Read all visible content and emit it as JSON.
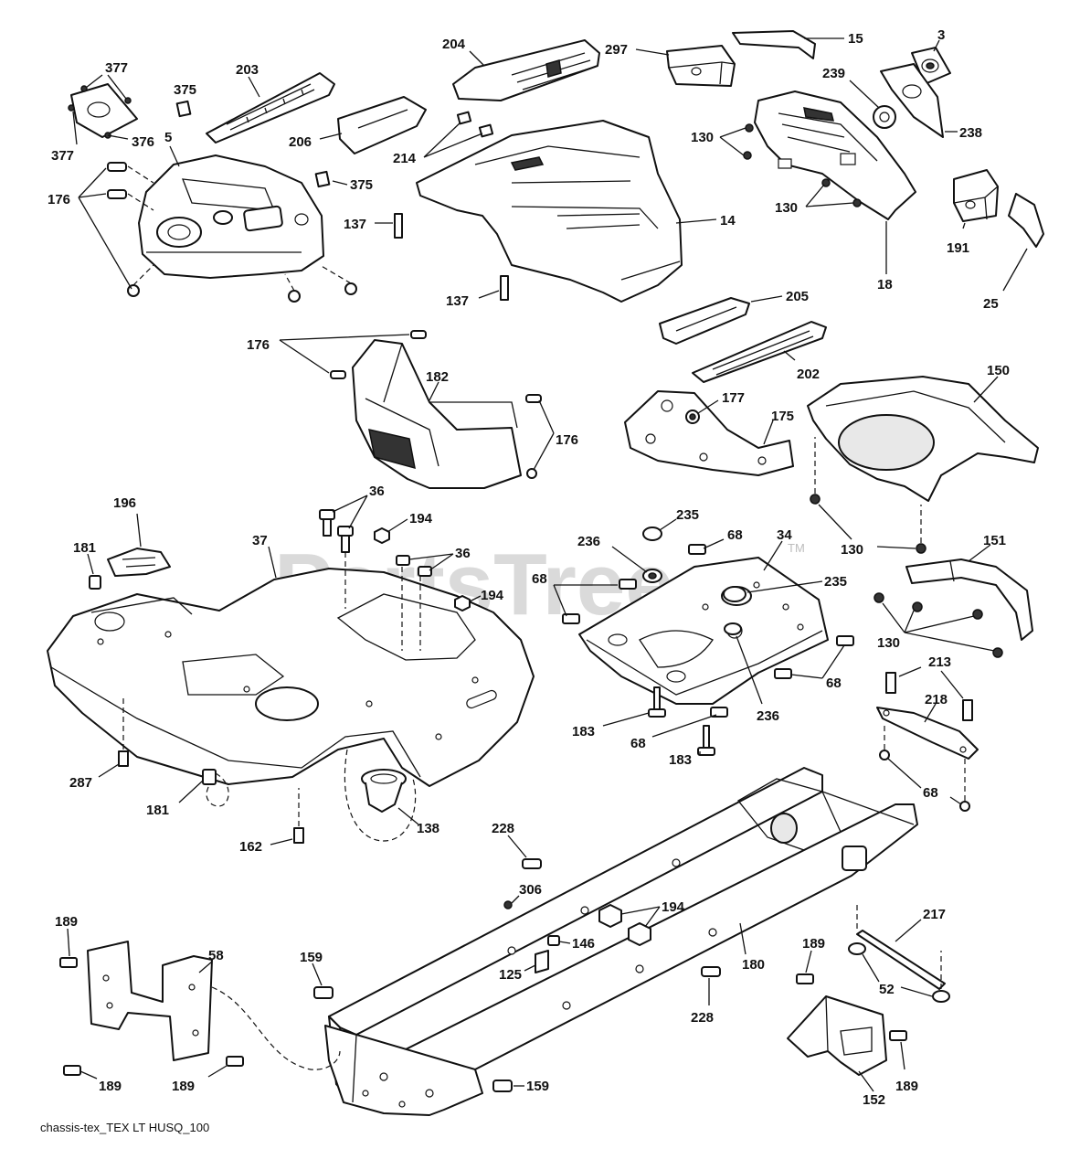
{
  "watermark": "PartsTree",
  "watermark_mark": "TM",
  "footer": "chassis-tex_TEX LT HUSQ_100",
  "callouts": {
    "c377a": "377",
    "c377b": "377",
    "c376": "376",
    "c375a": "375",
    "c203": "203",
    "c204": "204",
    "c297": "297",
    "c15": "15",
    "c3": "3",
    "c239": "239",
    "c5": "5",
    "c206": "206",
    "c214": "214",
    "c130a": "130",
    "c238": "238",
    "c176a": "176",
    "c375b": "375",
    "c137a": "137",
    "c14": "14",
    "c130b": "130",
    "c191": "191",
    "c18": "18",
    "c25": "25",
    "c137b": "137",
    "c205": "205",
    "c176b": "176",
    "c202": "202",
    "c182": "182",
    "c150": "150",
    "c177": "177",
    "c175": "175",
    "c176c": "176",
    "c196": "196",
    "c36a": "36",
    "c235a": "235",
    "c194a": "194",
    "c68a": "68",
    "c34": "34",
    "c37": "37",
    "c181a": "181",
    "c236a": "236",
    "c36b": "36",
    "c130c": "130",
    "c151": "151",
    "c68b": "68",
    "c235b": "235",
    "c194b": "194",
    "c130d": "130",
    "c213": "213",
    "c68c": "68",
    "c218": "218",
    "c236b": "236",
    "c183a": "183",
    "c68d": "68",
    "c183b": "183",
    "c287": "287",
    "c68e": "68",
    "c181b": "181",
    "c138": "138",
    "c162": "162",
    "c228a": "228",
    "c306": "306",
    "c194c": "194",
    "c217": "217",
    "c189a": "189",
    "c58": "58",
    "c146": "146",
    "c159a": "159",
    "c125": "125",
    "c180": "180",
    "c189b": "189",
    "c52": "52",
    "c228b": "228",
    "c189c": "189",
    "c189d": "189",
    "c159b": "159",
    "c152": "152",
    "c189e": "189"
  }
}
